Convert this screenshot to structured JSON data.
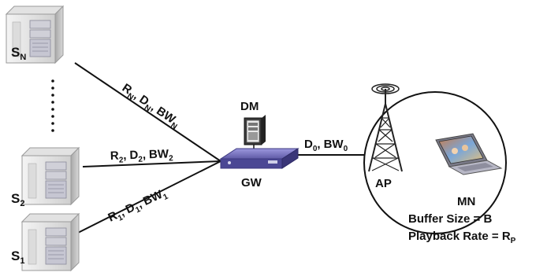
{
  "servers": {
    "sn": {
      "main": "S",
      "sub": "N"
    },
    "s2": {
      "main": "S",
      "sub": "2"
    },
    "s1": {
      "main": "S",
      "sub": "1"
    }
  },
  "links": {
    "sn": {
      "r": "R",
      "r_sub": "N",
      "d": "D",
      "d_sub": "N",
      "bw": "BW",
      "bw_sub": "N",
      "sep": ","
    },
    "s2": {
      "r": "R",
      "r_sub": "2",
      "d": "D",
      "d_sub": "2",
      "bw": "BW",
      "bw_sub": "2",
      "sep": ","
    },
    "s1": {
      "r": "R",
      "r_sub": "1",
      "d": "D",
      "d_sub": "1",
      "bw": "BW",
      "bw_sub": "1",
      "sep": ","
    },
    "ap": {
      "d": "D",
      "d_sub": "0",
      "bw": "BW",
      "bw_sub": "0",
      "sep": ","
    }
  },
  "nodes": {
    "dm": "DM",
    "gw": "GW",
    "ap": "AP",
    "mn": "MN"
  },
  "mn_info": {
    "buffer": "Buffer Size = B",
    "playback": "Playback Rate = R",
    "playback_sub": "P"
  },
  "colors": {
    "line": "#111111",
    "server_body": "#e6e6e6",
    "server_shade": "#b8b8b8",
    "gateway": "#6a66b8",
    "dm_box": "#3a3a3a",
    "laptop": "#a9a9b8"
  }
}
